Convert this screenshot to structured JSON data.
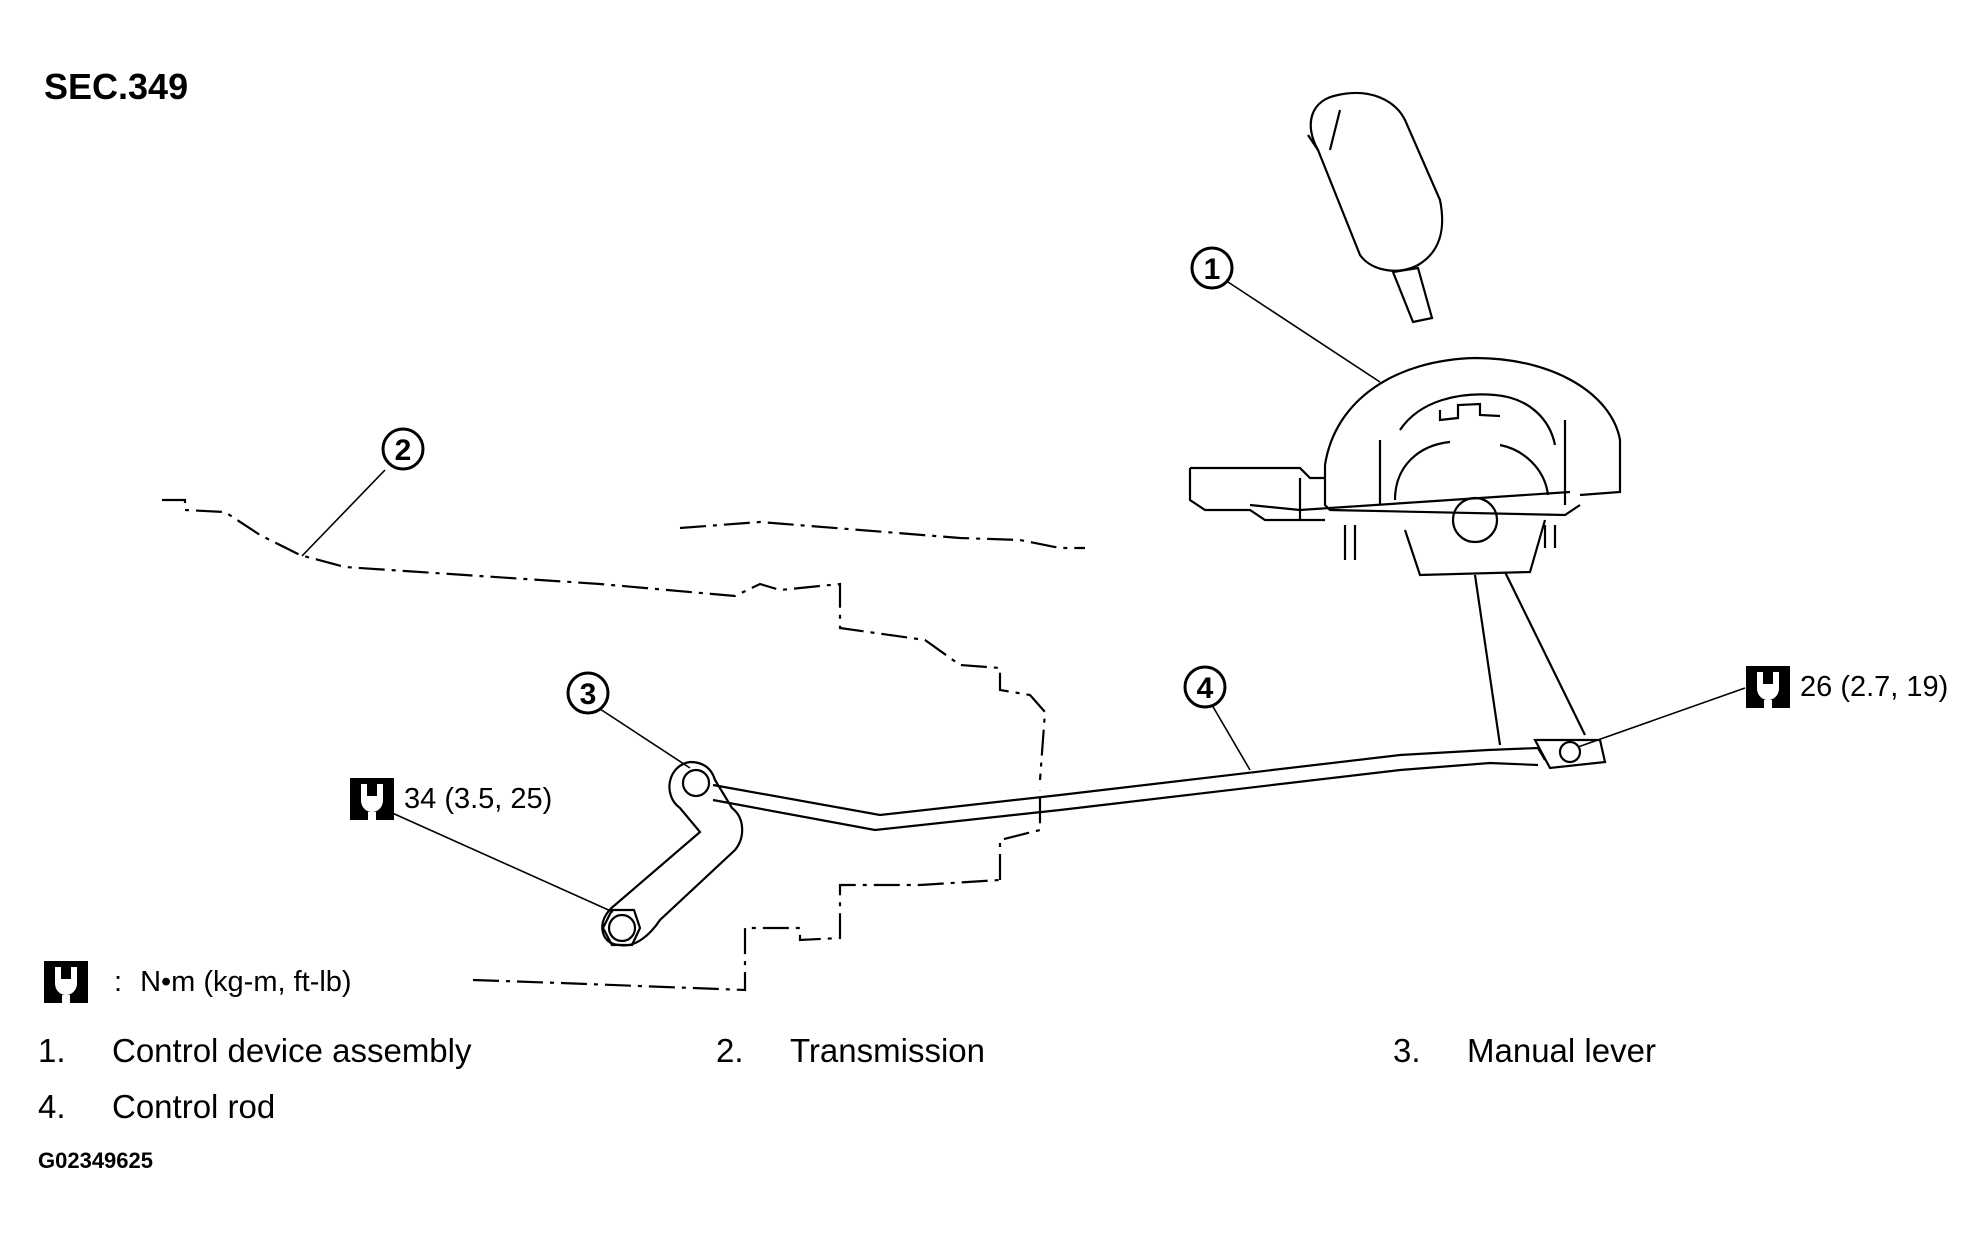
{
  "section": "SEC.349",
  "callouts": [
    "1",
    "2",
    "3",
    "4"
  ],
  "torque_specs": [
    {
      "value": "26 (2.7, 19)",
      "icon": "torque-wrench-icon"
    },
    {
      "value": "34 (3.5, 25)",
      "icon": "torque-wrench-icon"
    }
  ],
  "units_legend": {
    "icon": "torque-wrench-icon",
    "separator": ":",
    "text": "N•m  (kg-m,  ft-lb)"
  },
  "parts": [
    {
      "num": "1.",
      "name": "Control device assembly"
    },
    {
      "num": "2.",
      "name": "Transmission"
    },
    {
      "num": "3.",
      "name": "Manual lever"
    },
    {
      "num": "4.",
      "name": "Control rod"
    }
  ],
  "figure_id": "G02349625"
}
